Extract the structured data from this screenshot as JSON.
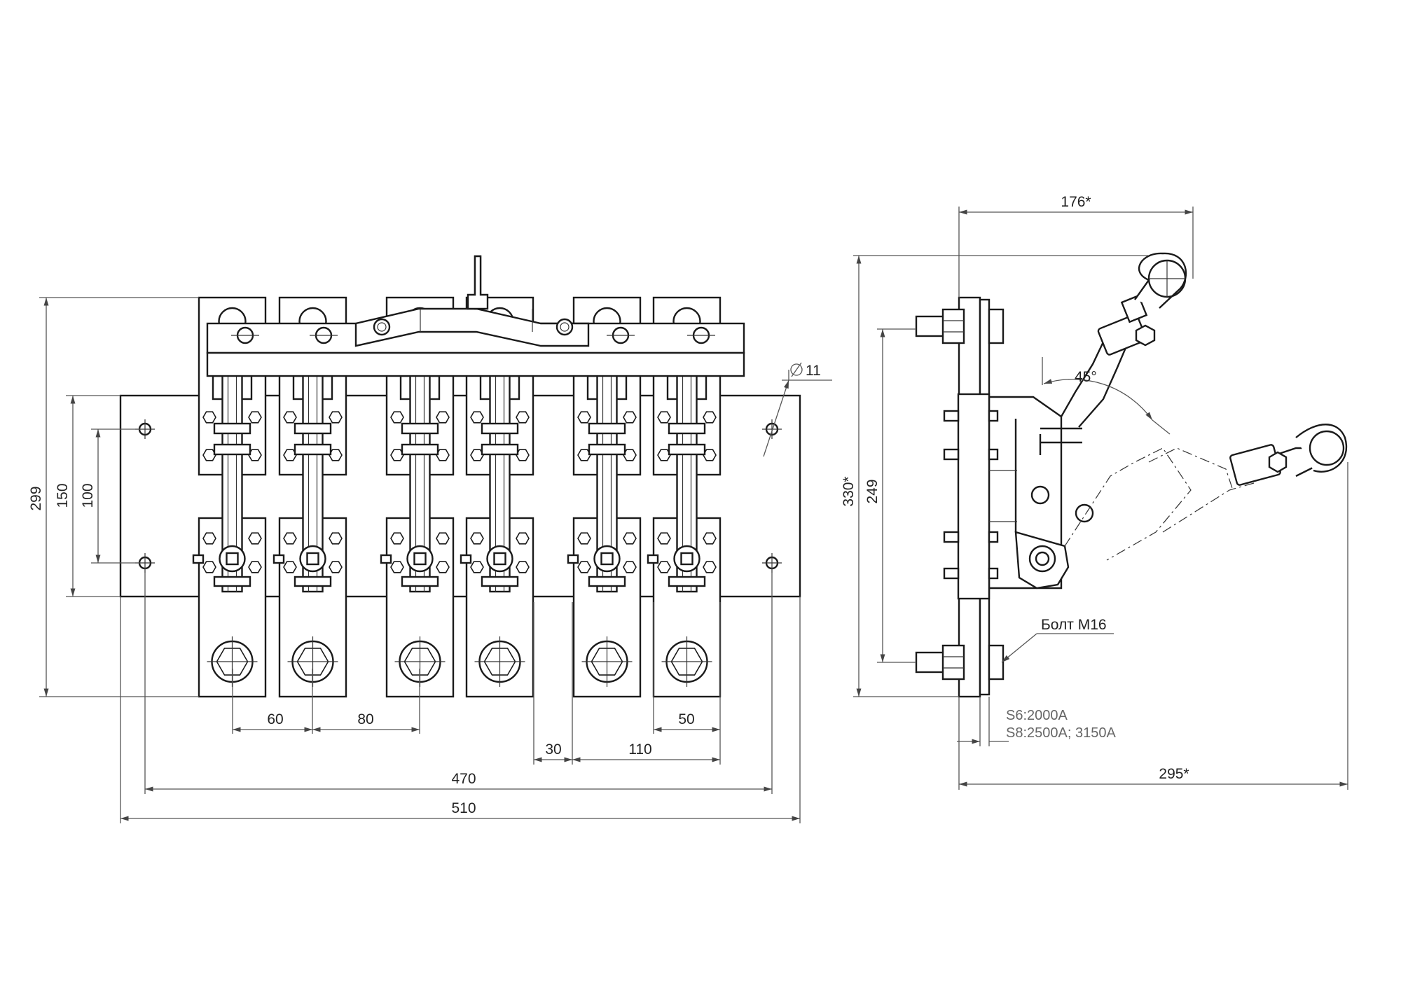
{
  "front_view": {
    "dimensions": {
      "height_overall": "299",
      "height_plate": "150",
      "height_holes": "100",
      "hole_dia": "11",
      "pitch_a": "60",
      "pitch_b": "80",
      "gap_30": "30",
      "pitch_110": "110",
      "pitch_50": "50",
      "holes_span": "470",
      "plate_width": "510"
    }
  },
  "side_view": {
    "dimensions": {
      "handle_reach": "176*",
      "total_height": "330*",
      "terminal_span": "249",
      "total_depth": "295*",
      "swing_angle": "45°"
    },
    "callouts": {
      "bolt": "Болт М16",
      "variant_s6": "S6:2000A",
      "variant_s8": "S8:2500A; 3150A"
    }
  }
}
